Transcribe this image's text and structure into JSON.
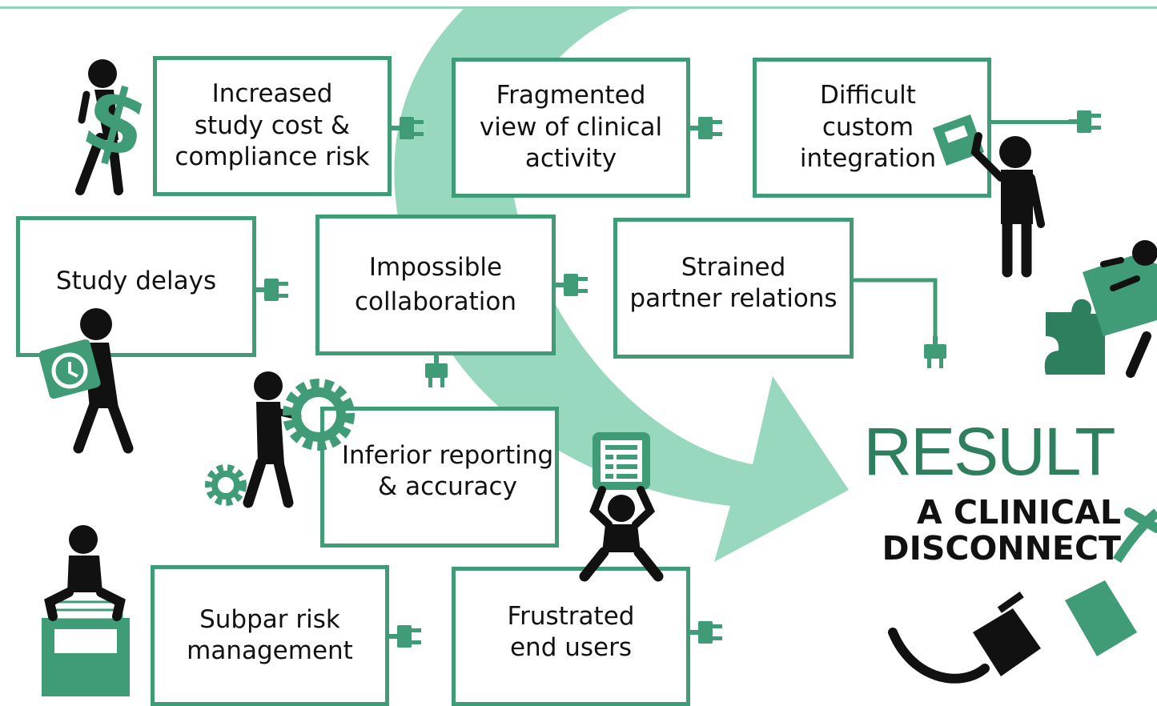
{
  "colors": {
    "accent": "#3f9c77",
    "accent_dark": "#2e7f5d",
    "arrow": "#98d8be",
    "top_line": "#8fd3b8",
    "figure": "#111111"
  },
  "boxes": {
    "study_cost": "Increased\nstudy cost &\ncompliance risk",
    "fragmented_view": "Fragmented\nview of clinical\nactivity",
    "custom_integration": "Difficult\ncustom\nintegration",
    "study_delays": "Study delays",
    "collaboration": "Impossible\ncollaboration",
    "partner_relations": "Strained\npartner relations",
    "reporting": "Inferior reporting\n& accuracy",
    "risk_management": "Subpar risk\nmanagement",
    "end_users": "Frustrated\nend users"
  },
  "result": {
    "title": "RESULT",
    "subtitle": "A CLINICAL\nDISCONNECT"
  },
  "icons": [
    "person-carrying-dollar-icon",
    "person-holding-disk-icon",
    "person-pushing-puzzle-icon",
    "person-carrying-clock-icon",
    "person-pushing-gear-icon",
    "gear-icon",
    "person-holding-document-icon",
    "person-sitting-on-drawer-icon",
    "unplugged-cable-icon",
    "plug-icon"
  ]
}
